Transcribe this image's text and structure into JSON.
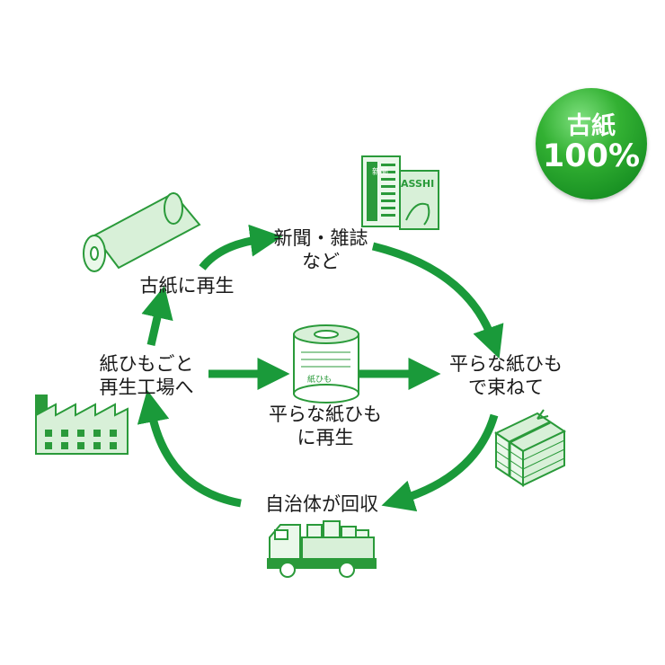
{
  "badge": {
    "line1": "古紙",
    "line2": "100%"
  },
  "nodes": {
    "news": {
      "line1": "新聞・雑誌",
      "line2": "など"
    },
    "bundle": {
      "line1": "平らな紙ひも",
      "line2": "で束ねて"
    },
    "collect": {
      "line1": "自治体が回収"
    },
    "factory": {
      "line1": "紙ひもごと",
      "line2": "再生工場へ"
    },
    "recycle": {
      "line1": "古紙に再生"
    },
    "center": {
      "line1": "平らな紙ひも",
      "line2": "に再生"
    }
  },
  "icons": {
    "newspaper": {
      "title_text": "新聞",
      "magazine_text": "ASSHI"
    },
    "roll_label": {
      "line1": "紙ひも"
    }
  },
  "colors": {
    "primary": "#1a9a3a",
    "icon_light": "#d8f0d8",
    "icon_stroke": "#2a9a3a",
    "text": "#1a1a1a"
  }
}
